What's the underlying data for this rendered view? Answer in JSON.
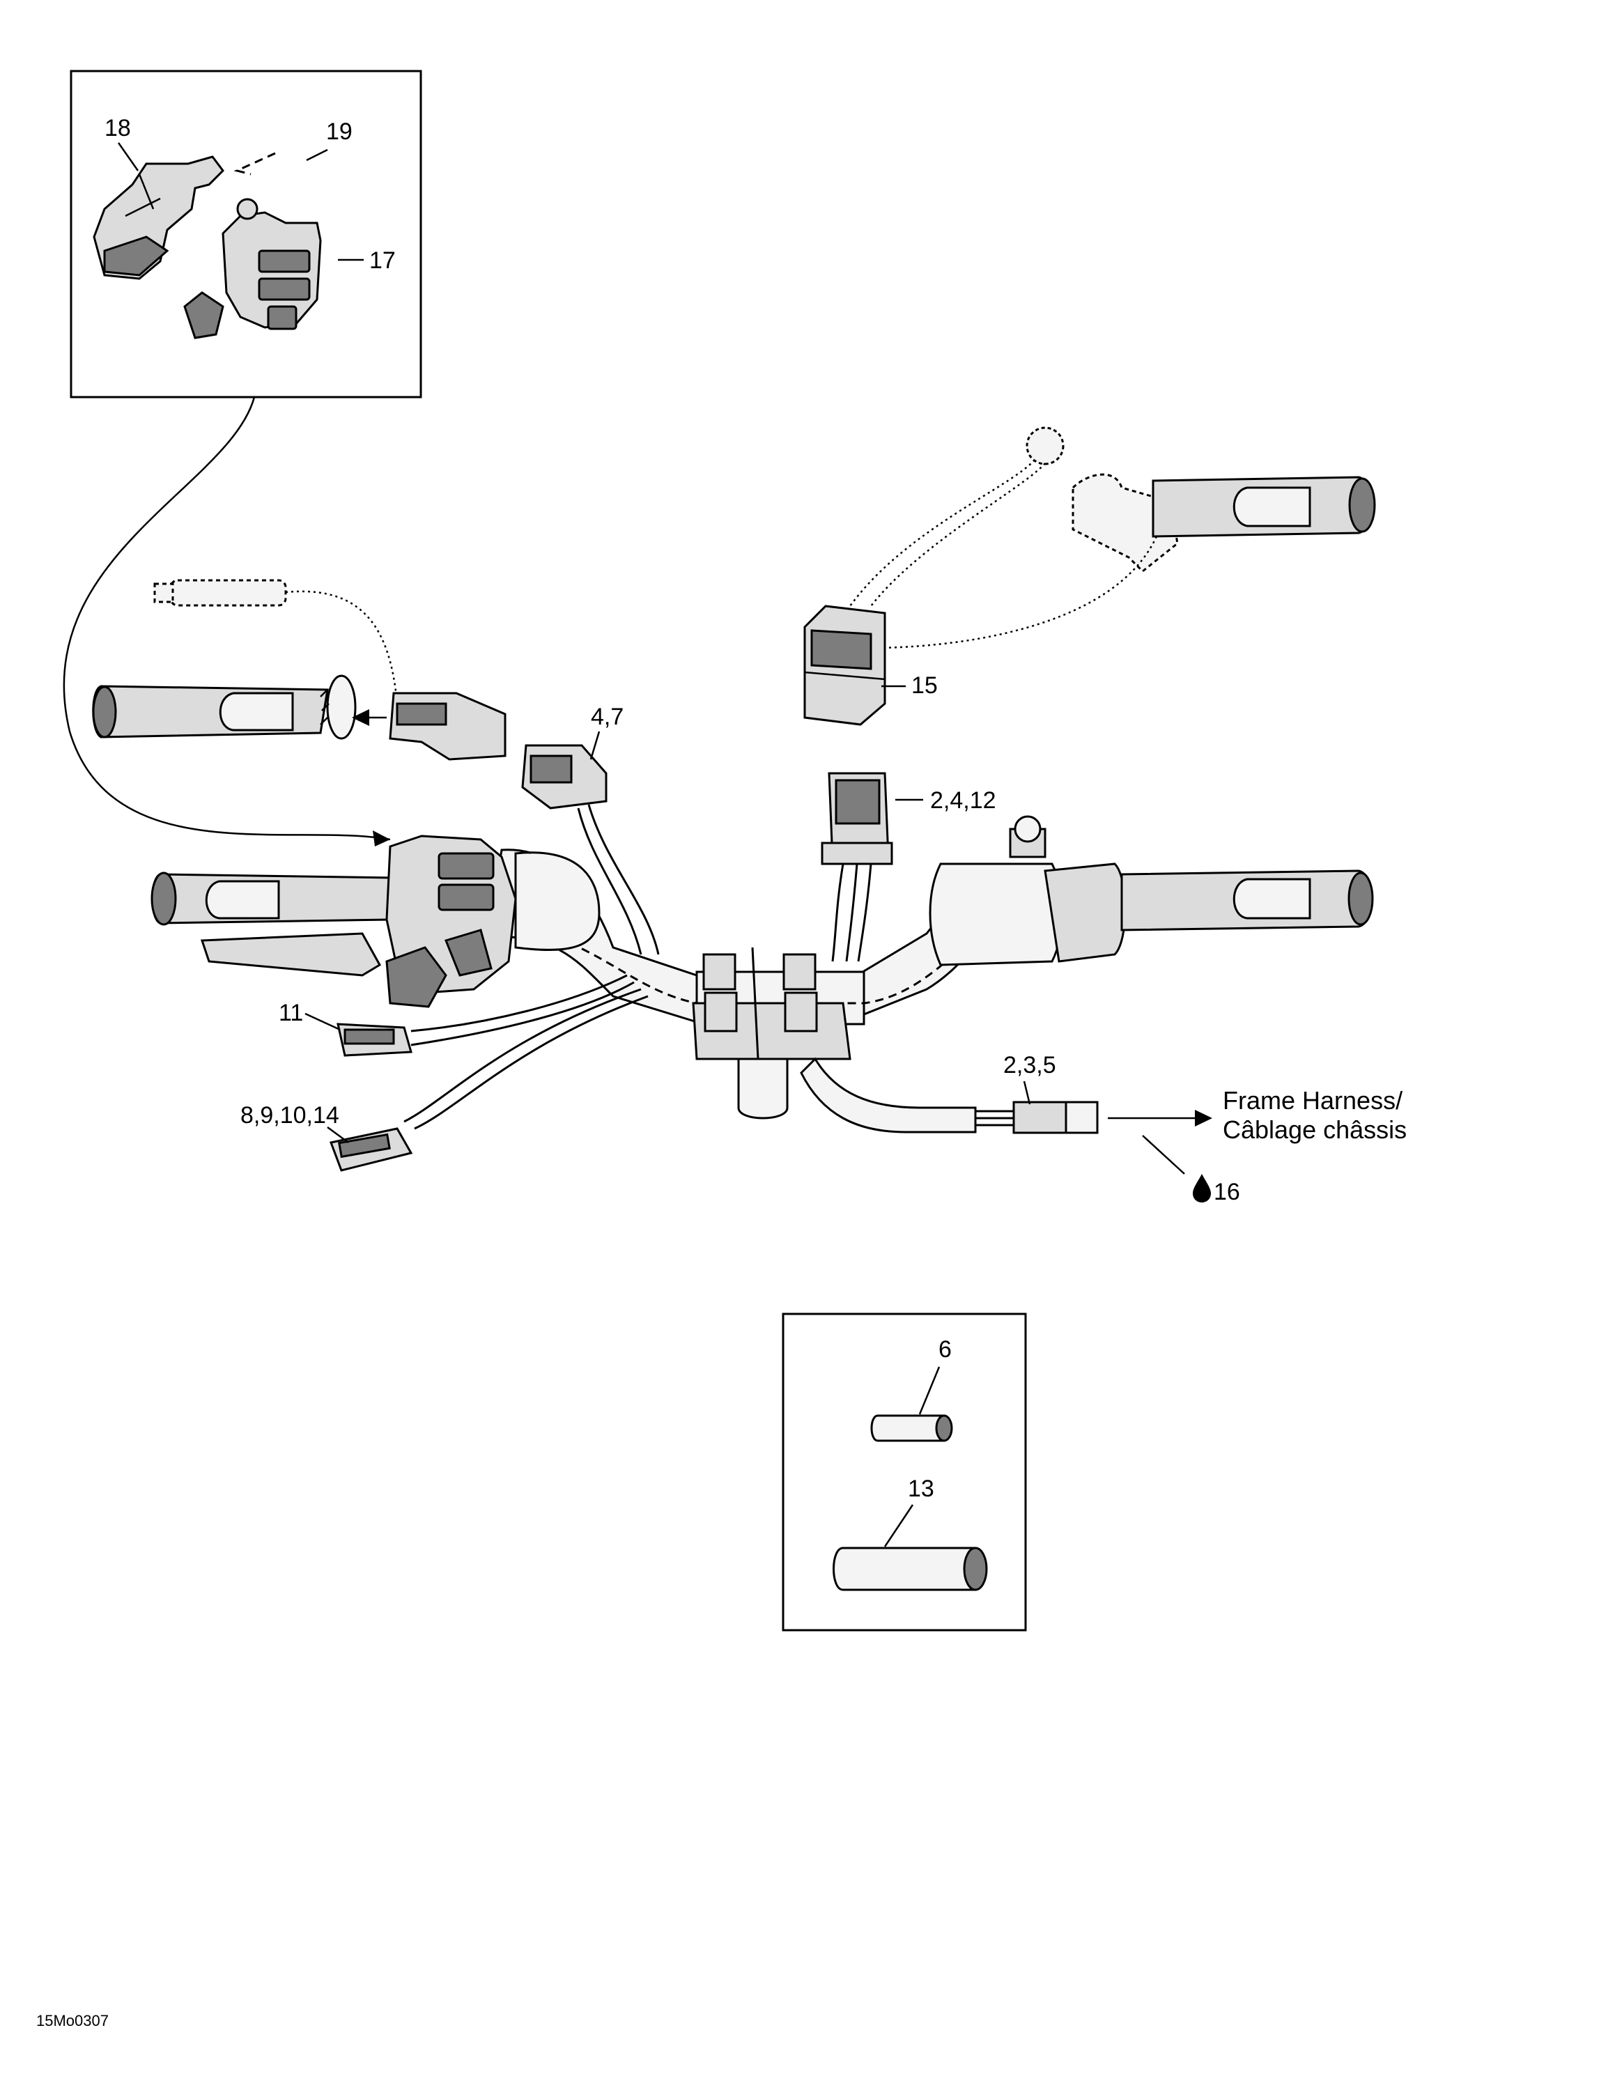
{
  "callouts": {
    "c18": "18",
    "c19": "19",
    "c17": "17",
    "c15": "15",
    "c4_7": "4,7",
    "c2_4_12": "2,4,12",
    "c11": "11",
    "c8_9_10_14": "8,9,10,14",
    "c2_3_5": "2,3,5",
    "c16": "16",
    "c6": "6",
    "c13": "13"
  },
  "destination": {
    "line1": "Frame Harness/",
    "line2": "Câblage châssis"
  },
  "drawing_code": "15Mo0307",
  "icons": {
    "drop": "oil-drop-icon"
  }
}
